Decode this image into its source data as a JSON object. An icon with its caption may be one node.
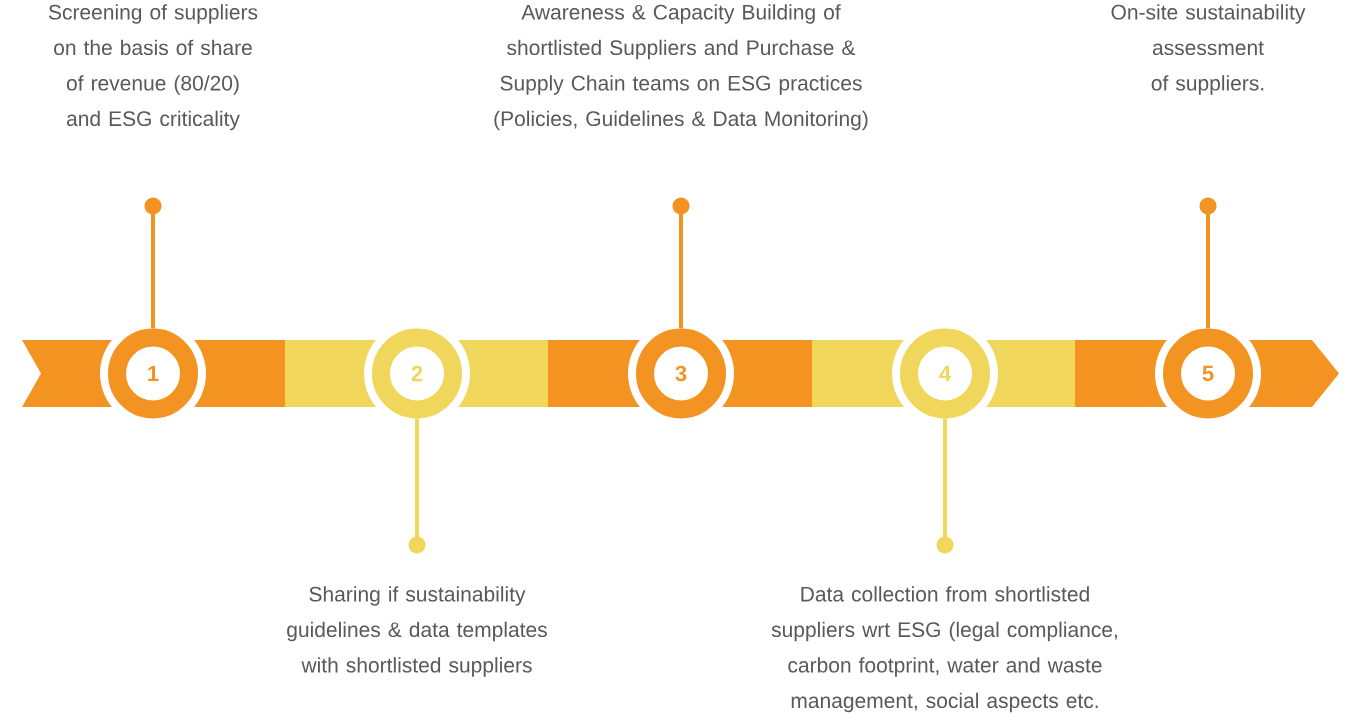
{
  "diagram": {
    "nodes": [
      {
        "text": [
          "1"
        ]
      },
      {
        "text": [
          "2"
        ]
      },
      {
        "text": [
          "3"
        ]
      },
      {
        "text": [
          "4"
        ]
      },
      {
        "text": [
          "5"
        ]
      },
      {
        "text": [
          "Screening of suppliers on the basis of share of revenue (80/20) and ESG criticality"
        ]
      },
      {
        "text": [
          "Sharing if sustainability guidelines & data templates with shortlisted suppliers"
        ]
      },
      {
        "text": [
          "Awareness & Capacity Building of shortlisted Suppliers and Purchase & Supply Chain teams on ESG practices (Policies, Guidelines & Data Monitoring)"
        ]
      },
      {
        "text": [
          "Data collection from shortlisted suppliers wrt ESG (legal compliance, carbon footprint, water and waste management, social aspects etc."
        ]
      },
      {
        "text": [
          "On-site sustainability assessment of suppliers."
        ]
      }
    ],
    "edges": [
      {
        "from": 5,
        "to": 0,
        "arrow": "none"
      },
      {
        "from": 6,
        "to": 1,
        "arrow": "none",
        "color": "#f0d75b"
      },
      {
        "from": 7,
        "to": 2,
        "arrow": "none"
      },
      {
        "from": 8,
        "to": 3,
        "arrow": "none",
        "color": "#f0d75b"
      },
      {
        "from": 9,
        "to": 4,
        "arrow": "none"
      }
    ]
  }
}
